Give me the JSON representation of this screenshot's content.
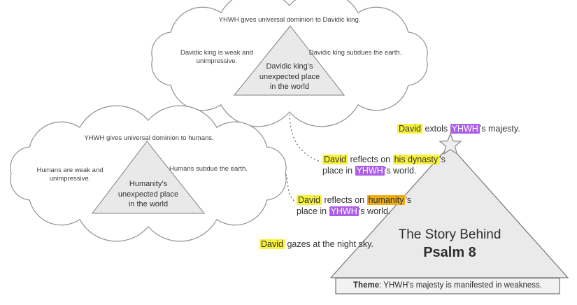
{
  "colors": {
    "highlight_yellow": "#F7F13B",
    "highlight_orange": "#EFAD14",
    "highlight_purple": "#AC5FE6",
    "text_color": "#3F3F3F",
    "cloud_stroke": "#909090",
    "shape_fill": "#E9E9E9",
    "shape_stroke": "#7F7F7F"
  },
  "clouds": [
    {
      "top_label": "YHWH gives universal dominion to Davidic king.",
      "left_label": "Davidic king is weak and unimpressive.",
      "right_label": "Davidic king subdues the earth.",
      "triangle_lines": [
        "Davidic king’s",
        "unexpected place",
        "in the world"
      ]
    },
    {
      "top_label": "YHWH gives universal dominion to humans.",
      "left_label": "Humans are weak and unimpressive.",
      "right_label": "Humans subdue the earth.",
      "triangle_lines": [
        "Humanity’s",
        "unexpected place",
        "in the world"
      ]
    }
  ],
  "annotations": {
    "extols": {
      "p1": "David",
      "p2": " extols ",
      "p3": "YHWH",
      "p4": "’s majesty."
    },
    "dynasty": {
      "l1p1": "David",
      "l1p2": " reflects on ",
      "l1p3": "his dynasty",
      "l1p4": "’s",
      "l2p1": "place in ",
      "l2p2": "YHWH",
      "l2p3": "’s world."
    },
    "humanity": {
      "l1p1": "David",
      "l1p2": " reflects on ",
      "l1p3": "humanity",
      "l1p4": "’s",
      "l2p1": "place in ",
      "l2p2": "YHWH",
      "l2p3": "’s world."
    },
    "gazes": {
      "p1": "David",
      "p2": " gazes at the night sky."
    }
  },
  "mountain": {
    "title_line1": "The Story Behind",
    "title_line2": "Psalm 8",
    "theme_label": "Theme",
    "theme_text": ": YHWH’s majesty is manifested in weakness."
  }
}
